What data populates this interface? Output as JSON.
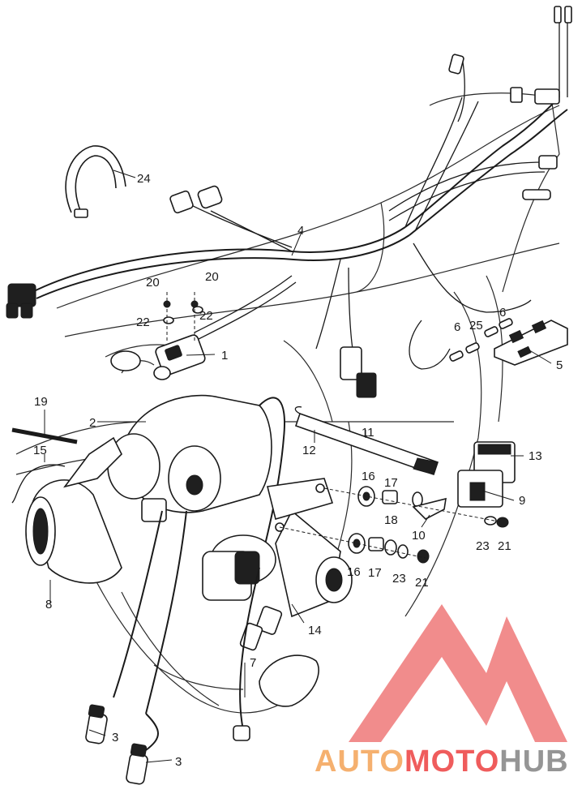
{
  "parts": [
    {
      "label": "1"
    },
    {
      "label": "2"
    },
    {
      "label": "3"
    },
    {
      "label": "3"
    },
    {
      "label": "4"
    },
    {
      "label": "5"
    },
    {
      "label": "6"
    },
    {
      "label": "6"
    },
    {
      "label": "7"
    },
    {
      "label": "8"
    },
    {
      "label": "9"
    },
    {
      "label": "10"
    },
    {
      "label": "11"
    },
    {
      "label": "12"
    },
    {
      "label": "13"
    },
    {
      "label": "14"
    },
    {
      "label": "15"
    },
    {
      "label": "16"
    },
    {
      "label": "16"
    },
    {
      "label": "17"
    },
    {
      "label": "17"
    },
    {
      "label": "18"
    },
    {
      "label": "19"
    },
    {
      "label": "20"
    },
    {
      "label": "20"
    },
    {
      "label": "21"
    },
    {
      "label": "21"
    },
    {
      "label": "22"
    },
    {
      "label": "22"
    },
    {
      "label": "23"
    },
    {
      "label": "23"
    },
    {
      "label": "24"
    },
    {
      "label": "25"
    }
  ],
  "watermark": {
    "part1": "AUTO",
    "part2": "MOTO",
    "part3": "HUB",
    "color_orange": "#f4a860",
    "color_red": "#ee4b4b",
    "color_gray": "#8a8a8a",
    "logo_color": "#f08080"
  }
}
